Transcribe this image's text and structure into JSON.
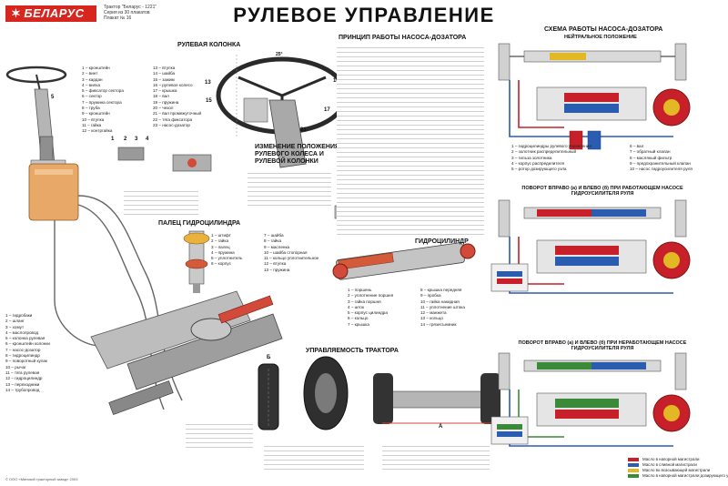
{
  "header": {
    "logo_text": "БЕЛАРУС",
    "meta_lines": [
      "Трактор \"Беларус - 1221\"",
      "Серия из 30 плакатов",
      "Плакат № 16"
    ],
    "title": "РУЛЕВОЕ УПРАВЛЕНИЕ"
  },
  "colors": {
    "brand_red": "#d7261e",
    "oil_pressure_red": "#c8202a",
    "oil_drain_blue": "#2a5db0",
    "oil_suction_yellow": "#e2b824",
    "hydraulic_green": "#3a8a3a",
    "body_gray": "#9a9a9a"
  },
  "sections": {
    "steering_column": {
      "title": "РУЛЕВАЯ КОЛОНКА",
      "legend_left": [
        "1 – кронштейн",
        "2 – винт",
        "3 – кардан",
        "4 – вилка",
        "5 – фиксатор сектора",
        "6 – сектор",
        "7 – пружина сектора",
        "8 – труба",
        "9 – кронштейн",
        "10 – втулка",
        "11 – гайка",
        "12 – контргайка"
      ],
      "legend_right": [
        "13 – втулка",
        "14 – шайба",
        "15 – зажим",
        "16 – рулевое колесо",
        "17 – крышка",
        "18 – вал",
        "19 – пружина",
        "20 – чехол",
        "21 – вал промежуточный",
        "22 – тяга фиксатора",
        "23 – насос-дозатор"
      ]
    },
    "column_adjust": {
      "title": "ИЗМЕНЕНИЕ ПОЛОЖЕНИЯ РУЛЕВОГО КОЛЕСА И РУЛЕВОЙ КОЛОНКИ",
      "angle_label": "25°"
    },
    "cylinder_pin": {
      "title": "ПАЛЕЦ ГИДРОЦИЛИНДРА",
      "legend_left": [
        "1 – штифт",
        "2 – гайка",
        "3 – палец",
        "4 – пружина",
        "5 – уплотнитель",
        "6 – корпус"
      ],
      "legend_right": [
        "7 – шайба",
        "8 – гайка",
        "9 – масленка",
        "10 – шайба стопорная",
        "11 – кольцо уплотнительное",
        "12 – втулка",
        "13 – пружина"
      ]
    },
    "system": {
      "legend": [
        "1 – гидробаки",
        "2 – шланг",
        "3 – хомут",
        "4 – маслопровод",
        "5 – колонка рулевая",
        "6 – кронштейн колонки",
        "7 – насос-дозатор",
        "8 – гидроцилиндр",
        "9 – поворотный кулак",
        "10 – рычаг",
        "11 – тяга рулевая",
        "12 – гидроцилиндр",
        "13 – переходники",
        "14 – трубопровод"
      ]
    },
    "cylinder": {
      "title": "ГИДРОЦИЛИНДР",
      "legend_left": [
        "1 – поршень",
        "2 – уплотнение поршня",
        "3 – гайка поршня",
        "4 – шток",
        "5 – корпус цилиндра",
        "6 – кольцо",
        "7 – крышка"
      ],
      "legend_right": [
        "8 – крышка передняя",
        "9 – пробка",
        "10 – гайка накидная",
        "11 – уплотнение штока",
        "12 – манжета",
        "13 – кольцо",
        "14 – грязесъемник"
      ]
    },
    "handling": {
      "title": "УПРАВЛЯЕМОСТЬ ТРАКТОРА",
      "labels": [
        "Б",
        "A"
      ]
    },
    "pump_principle": {
      "title": "ПРИНЦИП РАБОТЫ НАСОСА-ДОЗАТОРА"
    },
    "pump_scheme": {
      "title": "СХЕМА РАБОТЫ НАСОСА-ДОЗАТОРА",
      "neutral_title": "НЕЙТРАЛЬНОЕ ПОЛОЖЕНИЕ",
      "neutral_legend_left": [
        "1 – гидроцилиндры рулевого управления",
        "2 – золотник распределительный",
        "3 – гильза золотника",
        "4 – корпус распределителя",
        "5 – ротор дозирующего узла"
      ],
      "neutral_legend_right": [
        "6 – вал",
        "7 – обратный клапан",
        "8 – масляный фильтр",
        "9 – предохранительный клапан",
        "10 – насос гидроусилителя руля"
      ],
      "left_turn_title": "ПОВОРОТ ВПРАВО (a) И ВЛЕВО (б) ПРИ РАБОТАЮЩЕМ НАСОСЕ ГИДРОУСИЛИТЕЛЯ РУЛЯ",
      "right_turn_title": "ПОВОРОТ ВПРАВО (a) И ВЛЕВО (б) ПРИ НЕРАБОТАЮЩЕМ НАСОСЕ ГИДРОУСИЛИТЕЛЯ РУЛЯ",
      "key": [
        "Масло в напорной магистрали",
        "Масло в сливной магистрали",
        "Масло во всасывающей магистрали",
        "Масло в напорной магистрали дозирующего узла"
      ]
    }
  },
  "footer": "© ООО «Минский тракторный завод» 2003"
}
